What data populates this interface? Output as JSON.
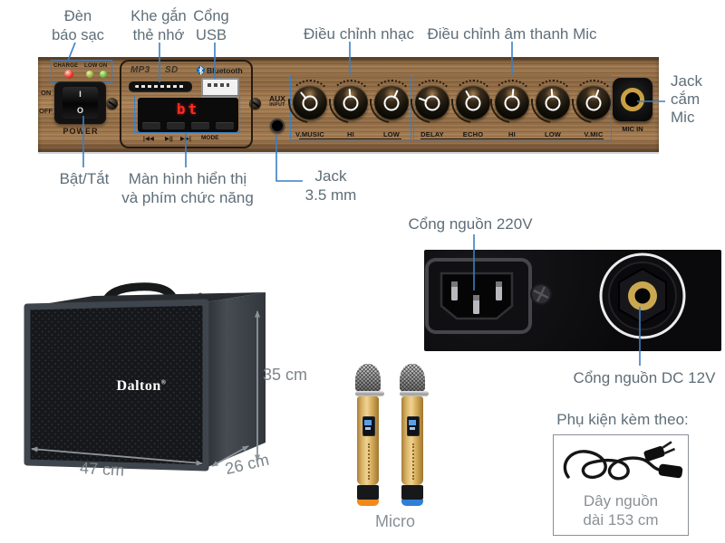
{
  "colors": {
    "accent": "#3b7fc4",
    "label_text": "#5f6e78",
    "wood": "#9a744e",
    "display_red": "#ff2a1f"
  },
  "callouts": {
    "charging_light": [
      "Đèn",
      "báo sạc"
    ],
    "memory_slot": [
      "Khe gắn",
      "thẻ nhớ"
    ],
    "usb_port": [
      "Cổng",
      "USB"
    ],
    "music_adjust": "Điều chỉnh nhạc",
    "mic_sound_adjust": "Điều chỉnh âm thanh Mic",
    "mic_jack": [
      "Jack",
      "cắm",
      "Mic"
    ],
    "power_toggle": "Bật/Tắt",
    "display_and_keys": [
      "Màn hình hiển thị",
      "và phím chức năng"
    ],
    "aux_jack": [
      "Jack",
      "3.5 mm"
    ],
    "ac_power_port": "Cổng nguồn 220V",
    "dc_power_port": "Cổng nguồn DC 12V"
  },
  "panel": {
    "led_labels": [
      "CHARGE",
      "LOW",
      "ON"
    ],
    "switch": {
      "on": "ON",
      "off": "OFF",
      "power": "POWER",
      "rocker_on": "I",
      "rocker_off": "O"
    },
    "module": {
      "mp3_logo": "MP3",
      "sd_logo": "SD",
      "bluetooth_label": "Bluetooth",
      "display_text": "bt",
      "key_prev": "|◀◀",
      "key_play": "▶||",
      "key_next": "▶▶|",
      "key_mode": "MODE"
    },
    "aux": [
      "AUX",
      "INPUT"
    ],
    "knobs": [
      "V.MUSIC",
      "HI",
      "LOW",
      "DELAY",
      "ECHO",
      "HI",
      "LOW",
      "V.MIC"
    ],
    "mic_in": "MIC IN"
  },
  "speaker": {
    "brand": "Dalton",
    "registered": "®",
    "height": "35 cm",
    "width": "47 cm",
    "depth": "26 cm"
  },
  "microphones": {
    "label": "Micro"
  },
  "accessories": {
    "title": "Phụ kiện kèm theo:",
    "cable": [
      "Dây nguồn",
      "dài 153 cm"
    ]
  }
}
